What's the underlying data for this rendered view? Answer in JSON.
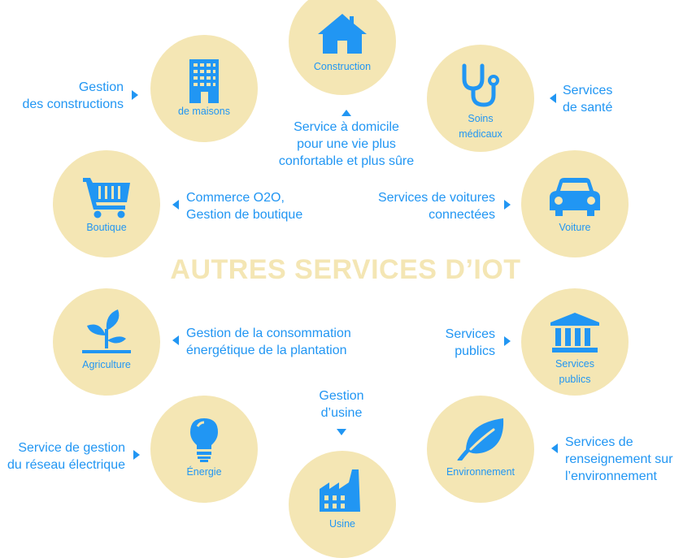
{
  "title": "AUTRES SERVICES D’IOT",
  "nodes": {
    "construction": {
      "label": "Construction",
      "icon": "house-icon"
    },
    "maisons": {
      "label": "de maisons",
      "icon": "building-icon"
    },
    "soins": {
      "label": "Soins\nmédicaux",
      "icon": "stethoscope-icon"
    },
    "boutique": {
      "label": "Boutique",
      "icon": "shopping-cart-icon"
    },
    "voiture": {
      "label": "Voiture",
      "icon": "car-icon"
    },
    "agriculture": {
      "label": "Agriculture",
      "icon": "sprout-icon"
    },
    "services_publics": {
      "label": "Services\npublics",
      "icon": "bank-icon"
    },
    "energie": {
      "label": "Énergie",
      "icon": "lightbulb-icon"
    },
    "environnement": {
      "label": "Environnement",
      "icon": "leaf-icon"
    },
    "usine": {
      "label": "Usine",
      "icon": "factory-icon"
    }
  },
  "descriptions": {
    "construction": "Service à domicile\npour une vie plus\nconfortable et plus sûre",
    "maisons": "Gestion\ndes constructions",
    "soins": "Services\nde santé",
    "boutique": "Commerce O2O,\nGestion de boutique",
    "voiture": "Services de voitures\nconnectées",
    "agriculture": "Gestion de la consommation\nénergétique de la plantation",
    "services_publics": "Services\npublics",
    "energie": "Service de gestion\ndu réseau électrique",
    "environnement": "Services de\nrenseignement sur\nl’environnement",
    "usine": "Gestion\nd’usine"
  },
  "colors": {
    "accent": "#2196f3",
    "circle": "#f4e6b4"
  }
}
